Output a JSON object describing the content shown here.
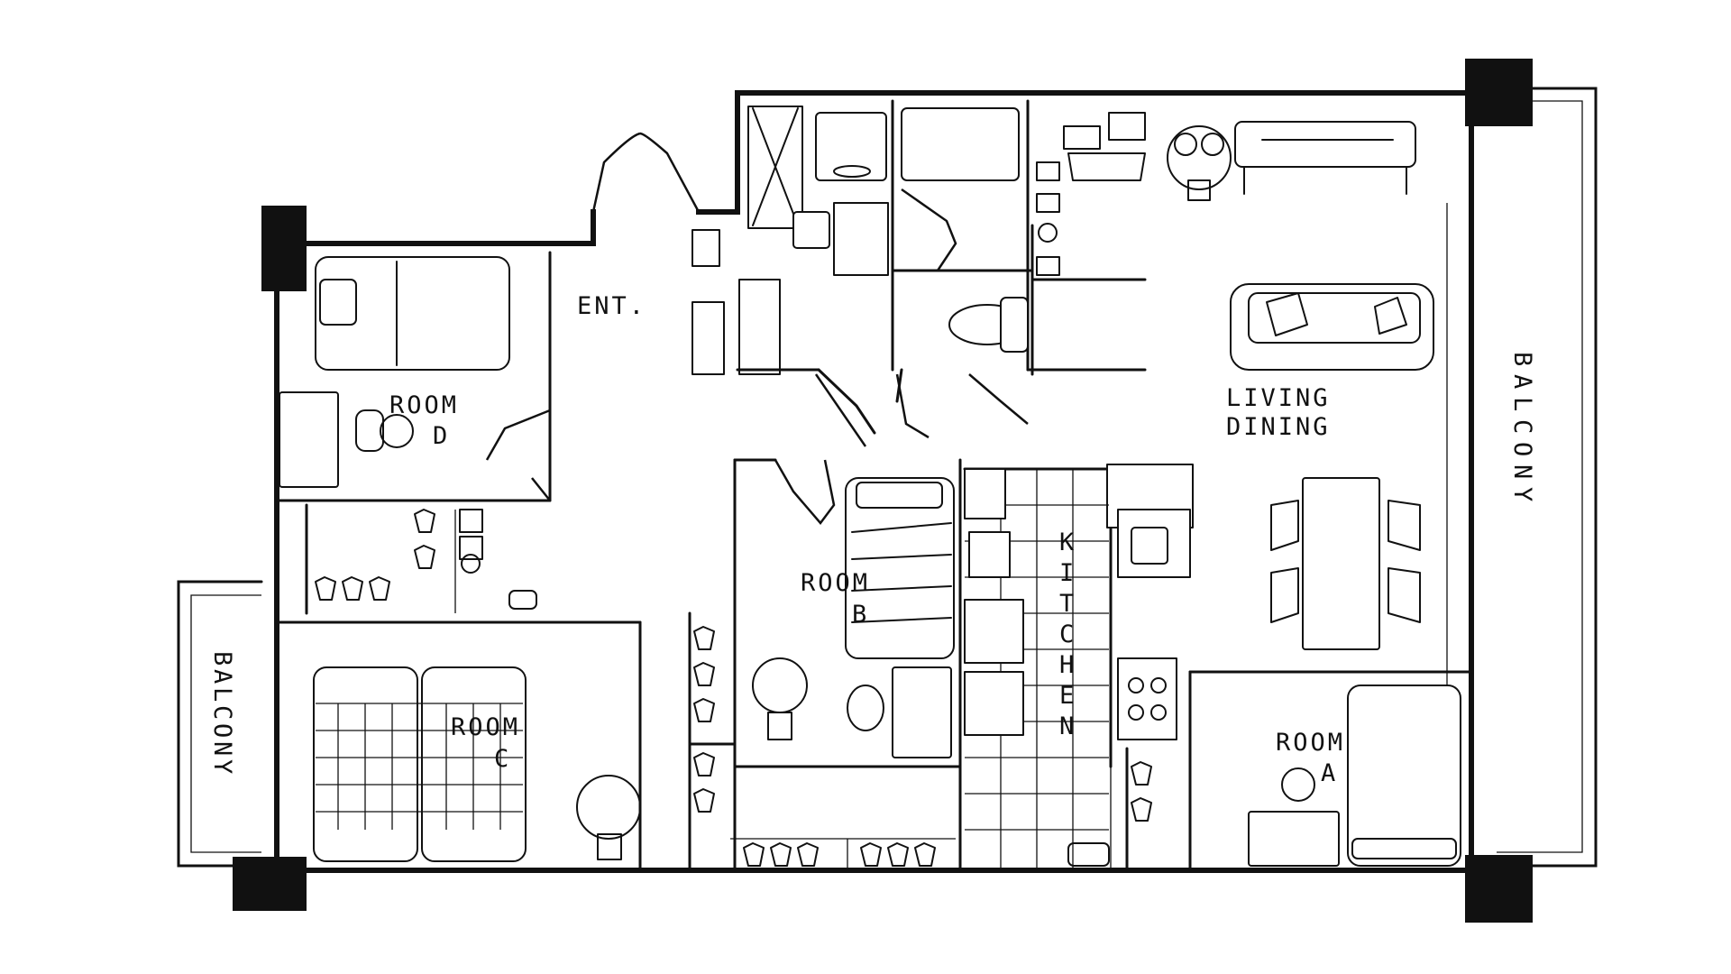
{
  "labels": {
    "entrance": "ENT.",
    "room_d": [
      "ROOM",
      "D"
    ],
    "room_c": [
      "ROOM",
      "C"
    ],
    "room_b": [
      "ROOM",
      "B"
    ],
    "room_a": [
      "ROOM",
      "A"
    ],
    "living_dining": [
      "LIVING",
      "DINING"
    ],
    "kitchen": [
      "K",
      "I",
      "T",
      "C",
      "H",
      "E",
      "N"
    ],
    "balcony_left": [
      "B",
      "A",
      "L",
      "C",
      "O",
      "N",
      "Y"
    ],
    "balcony_right": [
      "B",
      "A",
      "L",
      "C",
      "O",
      "N",
      "Y"
    ]
  },
  "colors": {
    "ink": "#111111",
    "paper": "#ffffff"
  }
}
